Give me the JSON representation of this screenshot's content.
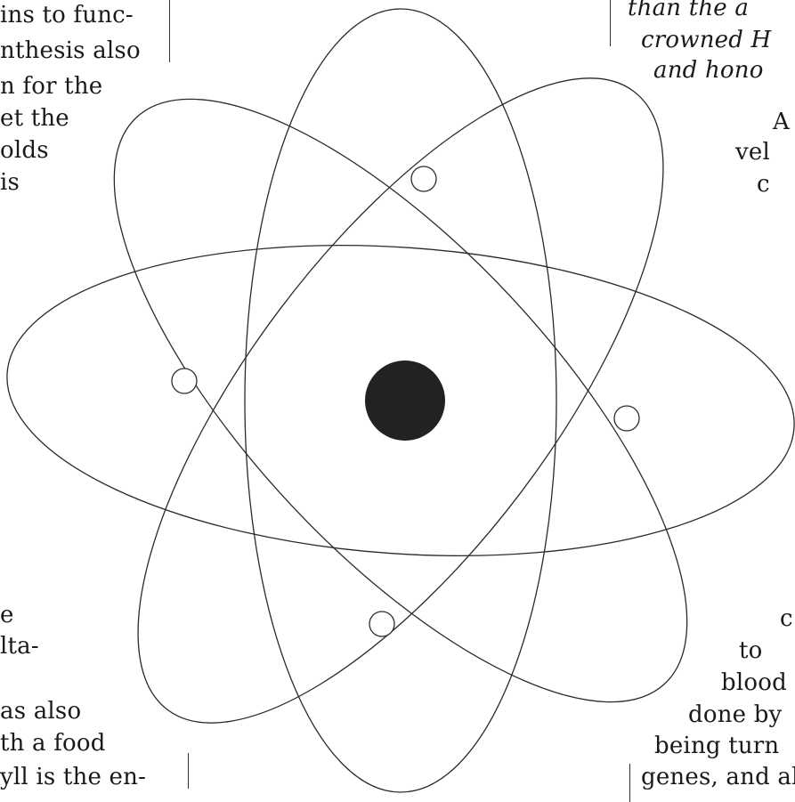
{
  "text": {
    "left_top": [
      "ins to func-",
      "nthesis also",
      "n for the",
      "et the",
      "olds",
      "is"
    ],
    "left_bottom": [
      "e",
      "lta-",
      "",
      "as also",
      "th a food",
      "yll is the en-"
    ],
    "right_top": [
      "than the a",
      "crowned H",
      "and hono",
      "",
      "A",
      "vel",
      "c"
    ],
    "right_bottom": [
      "c",
      "to",
      "blood",
      "done by",
      "being turn",
      "genes, and al"
    ]
  }
}
